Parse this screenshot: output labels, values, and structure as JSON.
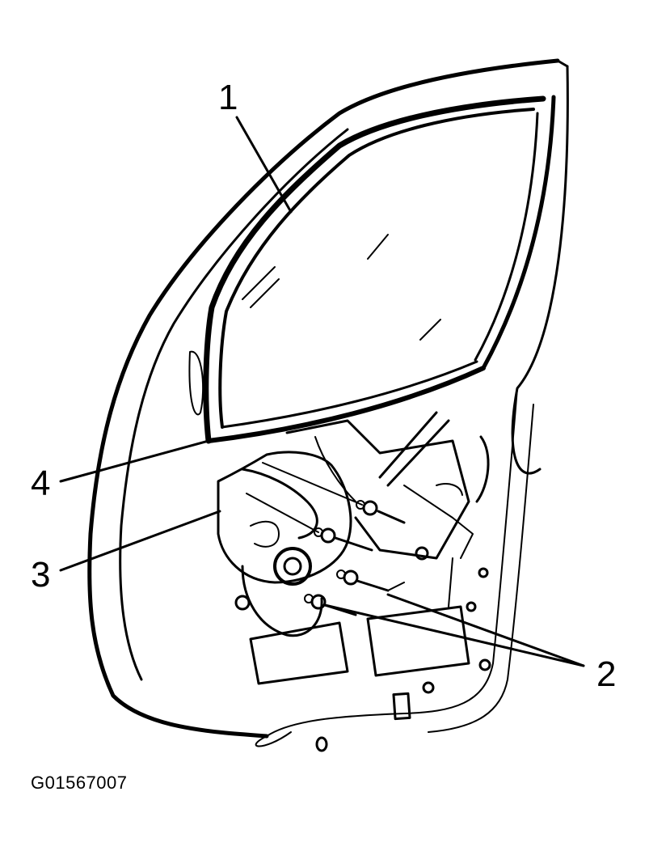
{
  "callouts": {
    "c1": "1",
    "c2": "2",
    "c3": "3",
    "c4": "4"
  },
  "figure_id": "G01567007",
  "colors": {
    "ink": "#000000",
    "background": "#ffffff"
  }
}
